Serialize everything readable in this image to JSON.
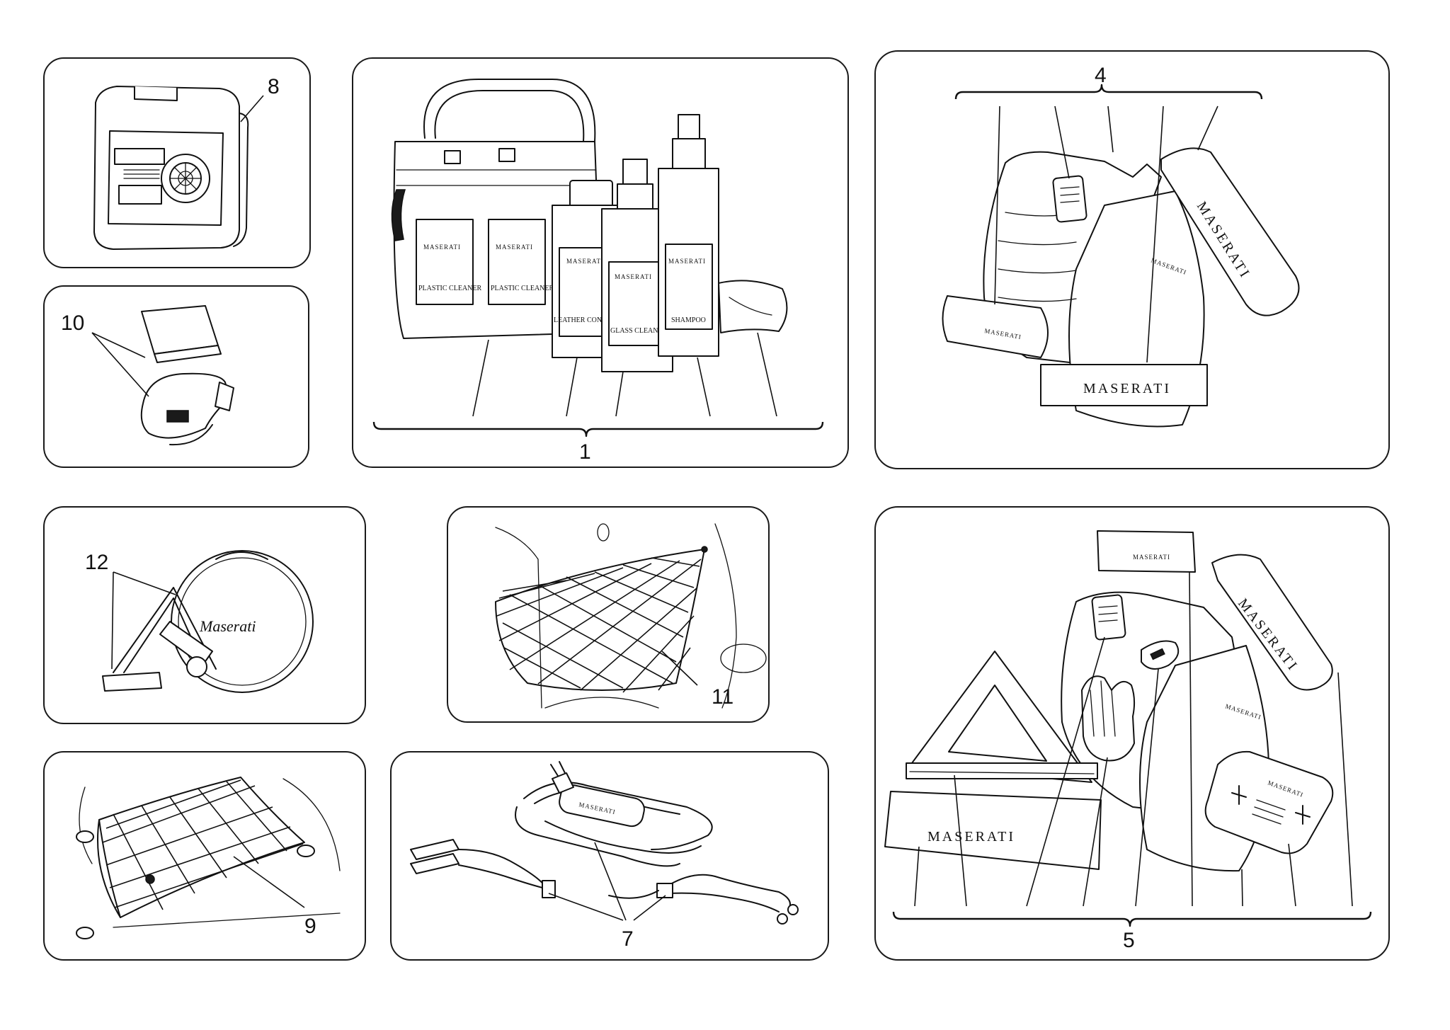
{
  "callouts": {
    "c1": "1",
    "c4": "4",
    "c5": "5",
    "c7": "7",
    "c8": "8",
    "c9": "9",
    "c10": "10",
    "c11": "11",
    "c12": "12"
  },
  "labels": {
    "maserati": "MASERATI",
    "maserati_script": "Maserati",
    "plastic_cleaner": "PLASTIC CLEANER",
    "leather_conditioner": "LEATHER CONDITIONER",
    "glass_cleaner": "GLASS CLEANER",
    "shampoo": "SHAMPOO"
  },
  "icons": [
    "case-icon",
    "tire-inflator-icon",
    "warning-triangle-icon",
    "glove-icon",
    "first-aid-icon",
    "battery-charger-icon",
    "cargo-net-icon",
    "safety-vest-icon"
  ]
}
